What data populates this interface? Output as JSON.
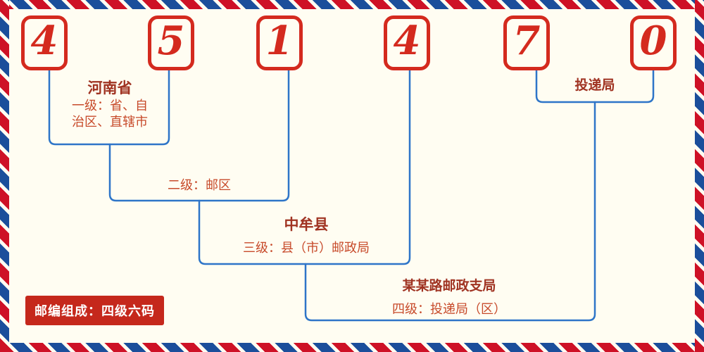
{
  "postal": {
    "digits": [
      "4",
      "5",
      "1",
      "4",
      "7",
      "0"
    ]
  },
  "labels": {
    "level1_region": "河南省",
    "level1_line1": "一级：省、自",
    "level1_line2": "治区、直辖市",
    "level2": "二级：邮区",
    "level3_region": "中牟县",
    "level3": "三级：县（市）邮政局",
    "delivery_office": "投递局",
    "level4_branch": "某某路邮政支局",
    "level4": "四级：投递局（区）",
    "badge": "邮编组成：四级六码"
  },
  "colors": {
    "digit_red": "#d42a1e",
    "line_blue": "#2e75c8",
    "label_red": "#c74a2a",
    "name_dark_red": "#a03322",
    "badge_bg": "#c5281c",
    "stripe_red": "#ce1126",
    "stripe_blue": "#1b4e9b",
    "background": "#fffdf2"
  }
}
